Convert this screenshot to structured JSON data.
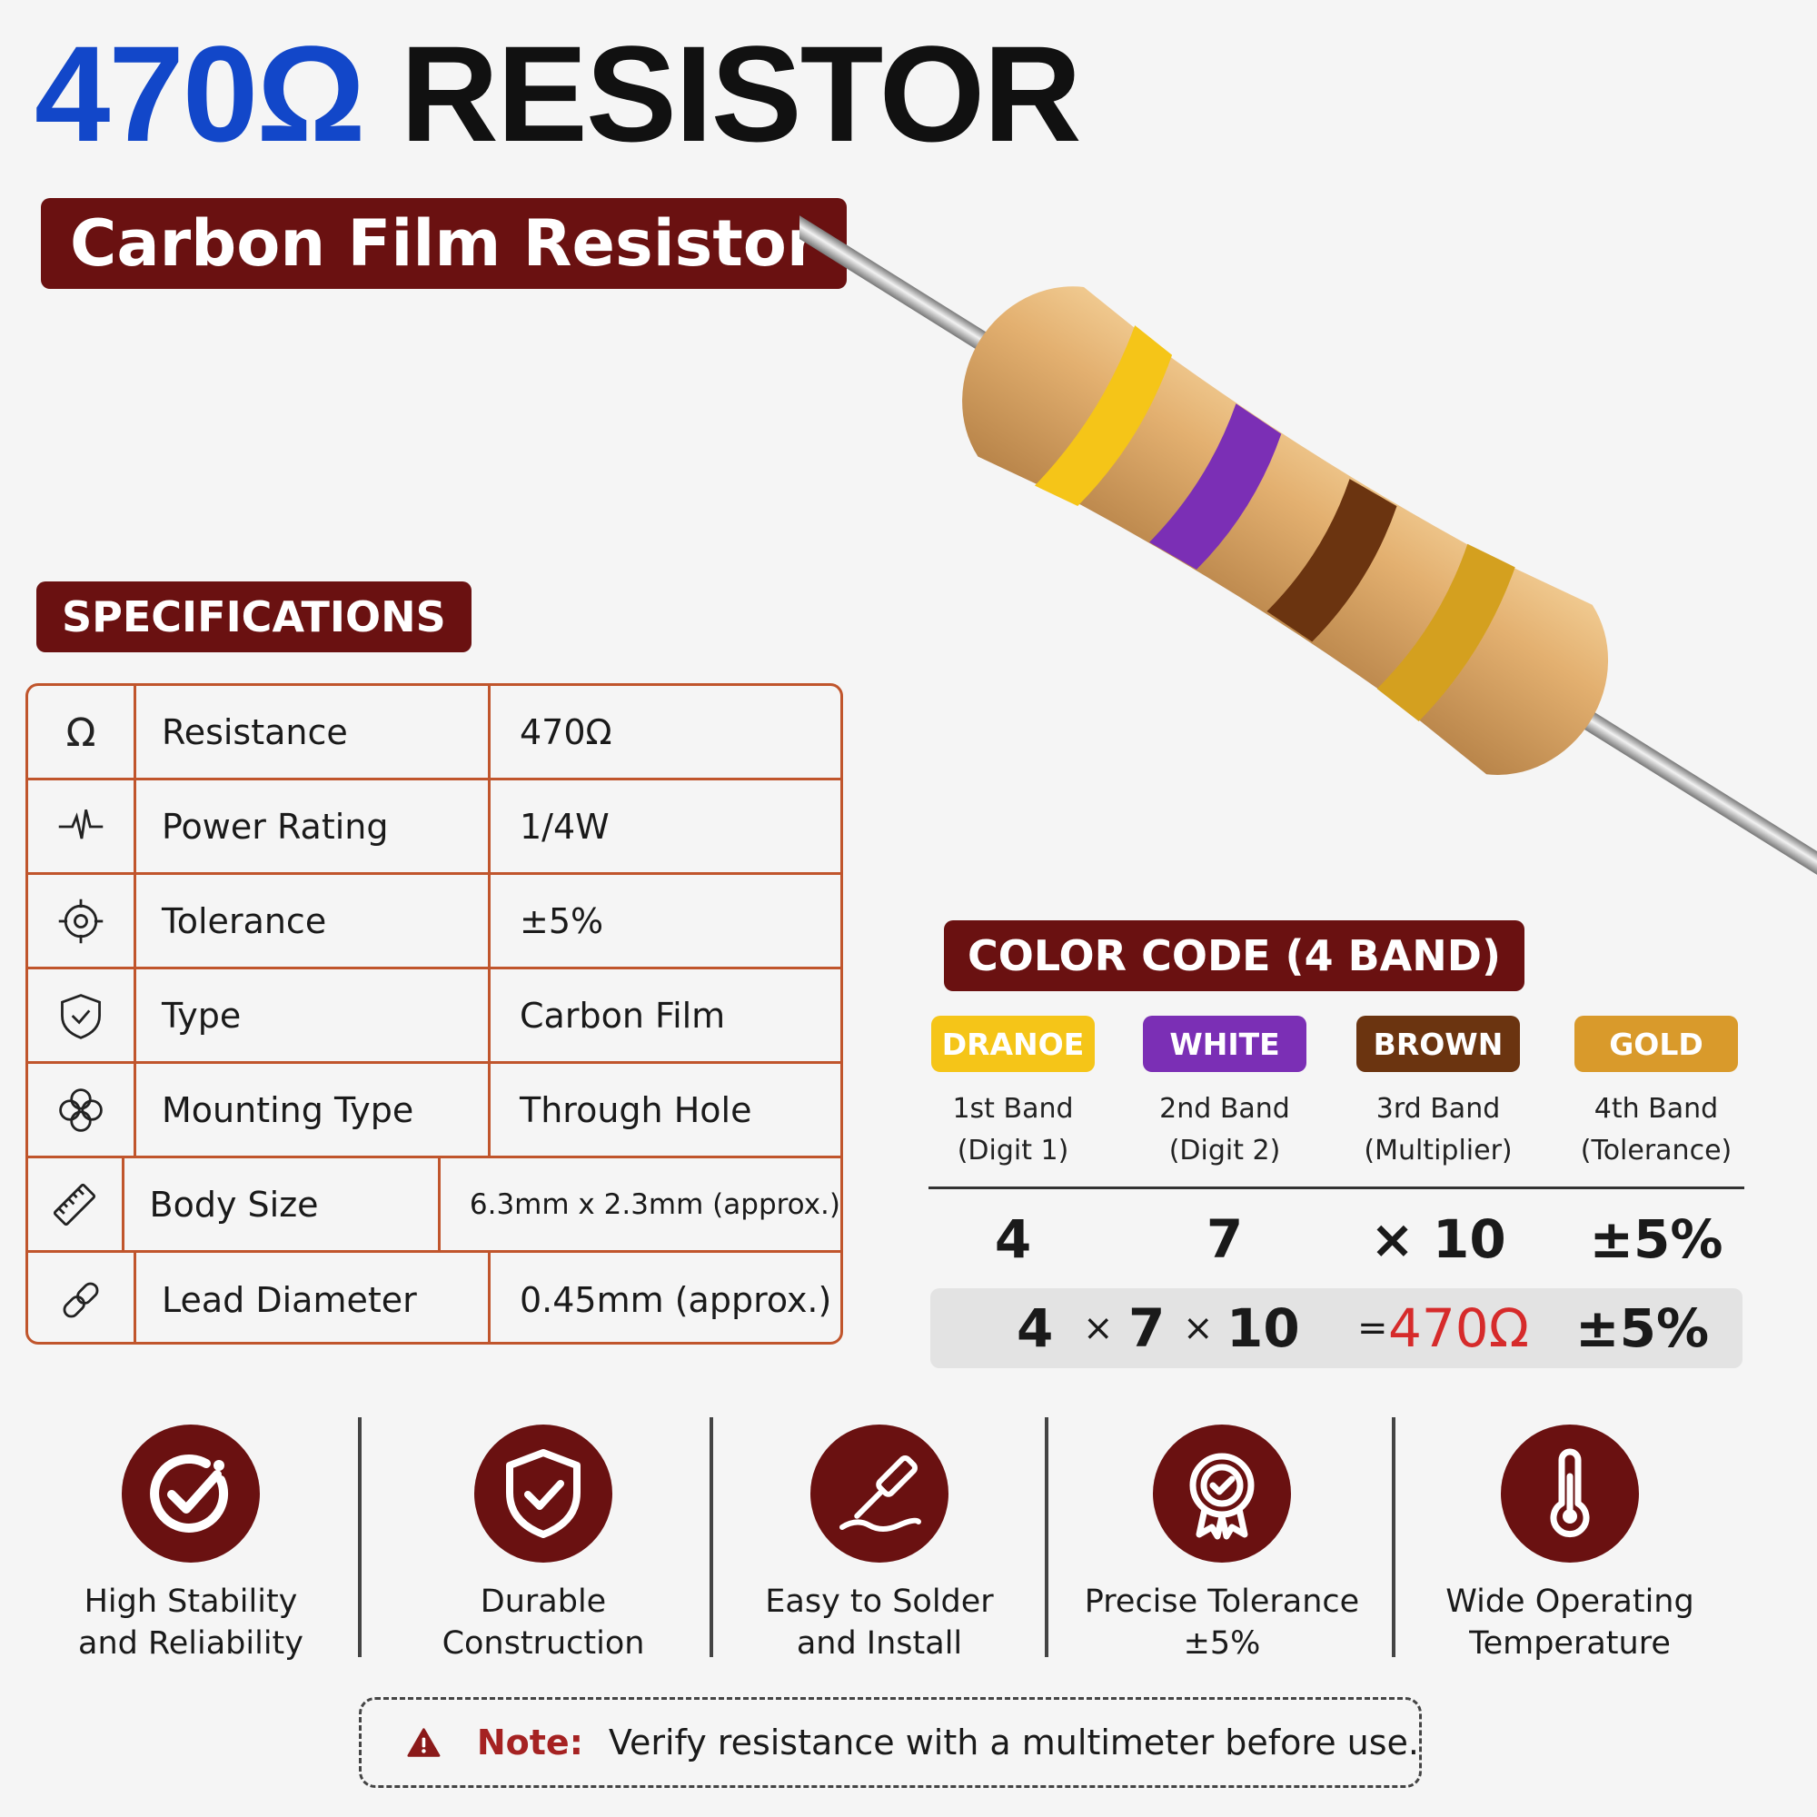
{
  "title": {
    "ohm": "470Ω",
    "word": "RESISTOR"
  },
  "subtitle": "Carbon Film Resistor",
  "specifications": {
    "heading": "SPECIFICATIONS",
    "rows": [
      {
        "icon": "ohm-icon",
        "label": "Resistance",
        "value": "470Ω"
      },
      {
        "icon": "pulse-icon",
        "label": "Power Rating",
        "value": "1/4W"
      },
      {
        "icon": "target-icon",
        "label": "Tolerance",
        "value": "±5%"
      },
      {
        "icon": "shield-icon",
        "label": "Type",
        "value": "Carbon Film"
      },
      {
        "icon": "clover-icon",
        "label": "Mounting Type",
        "value": "Through Hole"
      },
      {
        "icon": "ruler-icon",
        "label": "Body Size",
        "value": "6.3mm x 2.3mm (approx.)"
      },
      {
        "icon": "link-icon",
        "label": "Lead Diameter",
        "value": "0.45mm (approx.)"
      }
    ]
  },
  "color_code": {
    "heading": "COLOR CODE (4 BAND)",
    "bands": [
      {
        "name": "DRANOE",
        "color": "#f5c518",
        "line1": "1st Band",
        "line2": "(Digit 1)",
        "value": "4"
      },
      {
        "name": "WHITE",
        "color": "#7b2fb5",
        "line1": "2nd Band",
        "line2": "(Digit 2)",
        "value": "7"
      },
      {
        "name": "BROWN",
        "color": "#6b3410",
        "line1": "3rd Band",
        "line2": "(Multiplier)",
        "value": "× 10"
      },
      {
        "name": "GOLD",
        "color": "#d99a2b",
        "line1": "4th Band",
        "line2": "(Tolerance)",
        "value": "±5%"
      }
    ],
    "calc": {
      "d1": "4",
      "op1": "×",
      "d2": "7",
      "op2": "×",
      "mult": "10",
      "eq": "=",
      "result": "470Ω",
      "tol": "±5%"
    }
  },
  "features": [
    {
      "icon": "check-badge-icon",
      "line1": "High Stability",
      "line2": "and Reliability"
    },
    {
      "icon": "shield-check-icon",
      "line1": "Durable",
      "line2": "Construction"
    },
    {
      "icon": "soldering-iron-icon",
      "line1": "Easy to Solder",
      "line2": "and Install"
    },
    {
      "icon": "rosette-check-icon",
      "line1": "Precise Tolerance",
      "line2": "±5%"
    },
    {
      "icon": "thermometer-icon",
      "line1": "Wide Operating",
      "line2": "Temperature"
    }
  ],
  "note": {
    "label": "Note:",
    "text": "Verify resistance with a multimeter before use."
  },
  "colors": {
    "brand_maroon": "#6a1111",
    "title_blue": "#1247c9",
    "table_border": "#c0552c",
    "result_red": "#d62b2b"
  }
}
